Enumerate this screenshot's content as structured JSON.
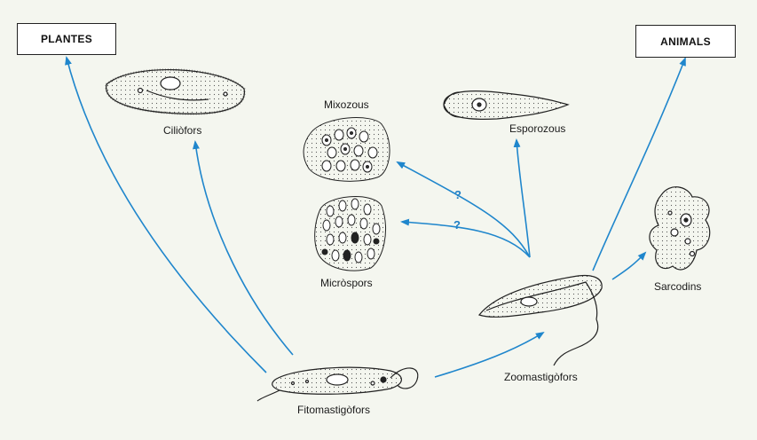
{
  "boxes": {
    "plantes": "PLANTES",
    "animals": "ANIMALS"
  },
  "labels": {
    "ciliofors": "Ciliòfors",
    "mixozous": "Mixozous",
    "esporozous": "Esporozous",
    "microspors": "Micròspors",
    "sarcodins": "Sarcodins",
    "zoomastigofors": "Zoomastigòfors",
    "fitomastigofors": "Fitomastigòfors"
  },
  "questions": {
    "upper": "?",
    "lower": "?"
  },
  "colors": {
    "arrow": "#1f86cc",
    "background": "#f4f6ef",
    "outline": "#222222"
  }
}
